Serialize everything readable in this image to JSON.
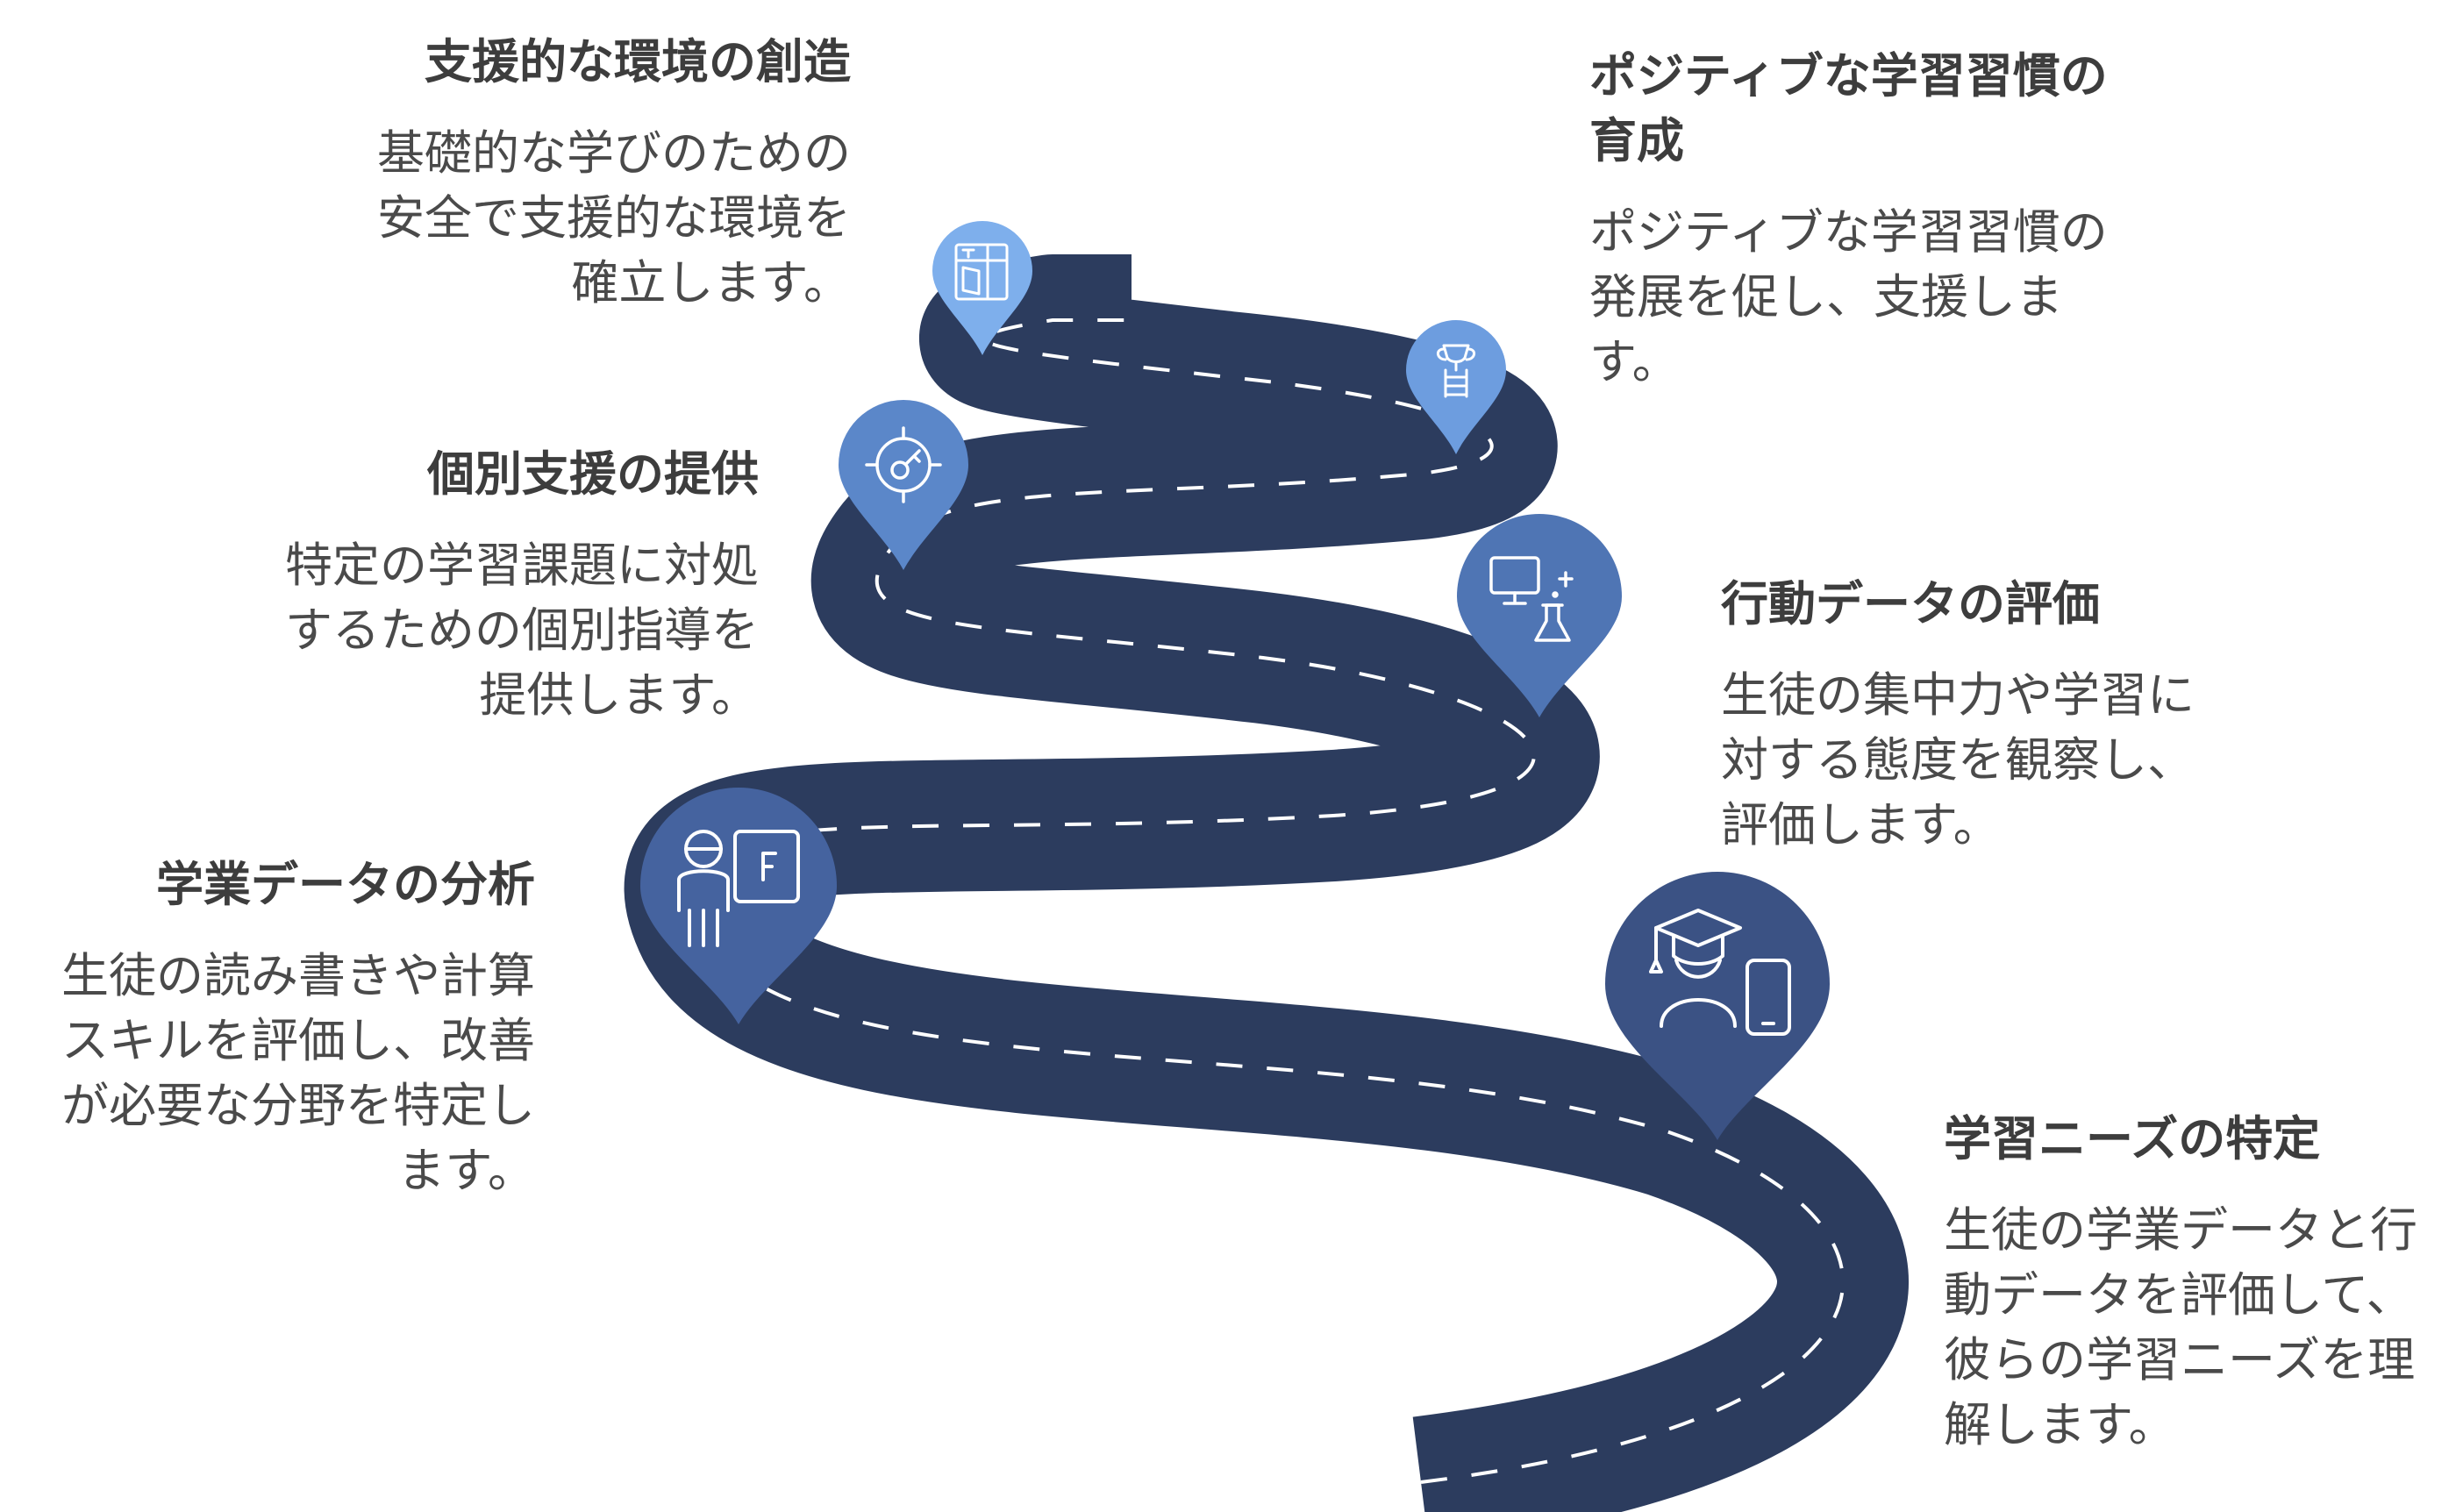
{
  "steps": [
    {
      "title": "学習ニーズの特定",
      "desc": "生徒の学業データと行動データを評価して、彼らの学習ニーズを理解します。",
      "icon": "graduate-phone-icon",
      "color": "#3b5284"
    },
    {
      "title": "学業データの分析",
      "desc": "生徒の読み書きや計算スキルを評価し、改善が必要な分野を特定します。",
      "icon": "teacher-board-icon",
      "color": "#45639f"
    },
    {
      "title": "行動データの評価",
      "desc": "生徒の集中力や学習に対する態度を観察し、評価します。",
      "icon": "computer-flask-icon",
      "color": "#4f75b4"
    },
    {
      "title": "個別支援の提供",
      "desc": "特定の学習課題に対処するための個別指導を提供します。",
      "icon": "target-key-icon",
      "color": "#5b87c9"
    },
    {
      "title": "ポジティブな学習習慣の育成",
      "desc": "ポジティブな学習習慣の発展を促し、支援します。",
      "icon": "trophy-ladder-icon",
      "color": "#6d9ddf"
    },
    {
      "title": "支援的な環境の創造",
      "desc": "基礎的な学びのための安全で支援的な環境を確立します。",
      "icon": "open-door-icon",
      "color": "#7eafec"
    }
  ]
}
